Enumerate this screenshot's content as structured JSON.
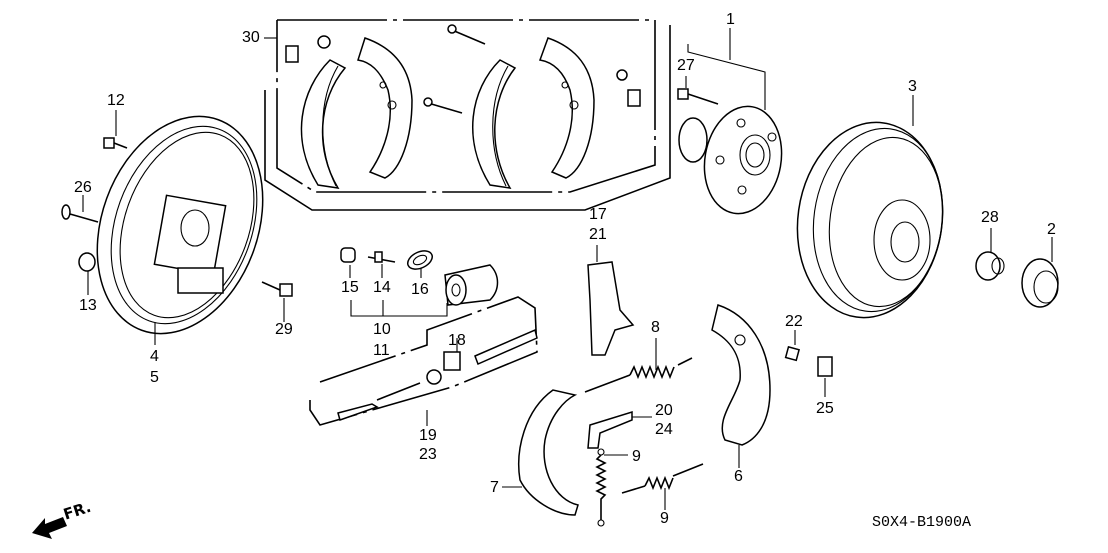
{
  "diagram": {
    "title_code": "S0X4-B1900A",
    "direction_marker": "FR.",
    "callouts": [
      {
        "id": "c1",
        "text": "1"
      },
      {
        "id": "c2",
        "text": "2"
      },
      {
        "id": "c3",
        "text": "3"
      },
      {
        "id": "c4",
        "text": "4"
      },
      {
        "id": "c5",
        "text": "5"
      },
      {
        "id": "c6",
        "text": "6"
      },
      {
        "id": "c7",
        "text": "7"
      },
      {
        "id": "c8",
        "text": "8"
      },
      {
        "id": "c9a",
        "text": "9"
      },
      {
        "id": "c9b",
        "text": "9"
      },
      {
        "id": "c10",
        "text": "10"
      },
      {
        "id": "c11",
        "text": "11"
      },
      {
        "id": "c12",
        "text": "12"
      },
      {
        "id": "c13",
        "text": "13"
      },
      {
        "id": "c14",
        "text": "14"
      },
      {
        "id": "c15",
        "text": "15"
      },
      {
        "id": "c16",
        "text": "16"
      },
      {
        "id": "c17",
        "text": "17"
      },
      {
        "id": "c18",
        "text": "18"
      },
      {
        "id": "c19",
        "text": "19"
      },
      {
        "id": "c20",
        "text": "20"
      },
      {
        "id": "c21",
        "text": "21"
      },
      {
        "id": "c22",
        "text": "22"
      },
      {
        "id": "c23",
        "text": "23"
      },
      {
        "id": "c24",
        "text": "24"
      },
      {
        "id": "c25",
        "text": "25"
      },
      {
        "id": "c26",
        "text": "26"
      },
      {
        "id": "c27",
        "text": "27"
      },
      {
        "id": "c28",
        "text": "28"
      },
      {
        "id": "c29",
        "text": "29"
      },
      {
        "id": "c30",
        "text": "30"
      }
    ],
    "parts": [
      {
        "name": "backing-plate",
        "icon": "backing-plate-icon"
      },
      {
        "name": "hub-bearing-unit",
        "icon": "hub-icon"
      },
      {
        "name": "brake-drum",
        "icon": "drum-icon"
      },
      {
        "name": "hub-cap",
        "icon": "cap-icon"
      },
      {
        "name": "spindle-nut",
        "icon": "nut-icon"
      },
      {
        "name": "wheel-cylinder",
        "icon": "cylinder-icon"
      },
      {
        "name": "brake-shoe",
        "icon": "shoe-icon"
      },
      {
        "name": "adjuster-assembly",
        "icon": "adjuster-icon"
      },
      {
        "name": "return-spring",
        "icon": "spring-icon"
      },
      {
        "name": "parking-lever",
        "icon": "lever-icon"
      }
    ],
    "colors": {
      "ink": "#000000",
      "paper": "#ffffff"
    }
  }
}
